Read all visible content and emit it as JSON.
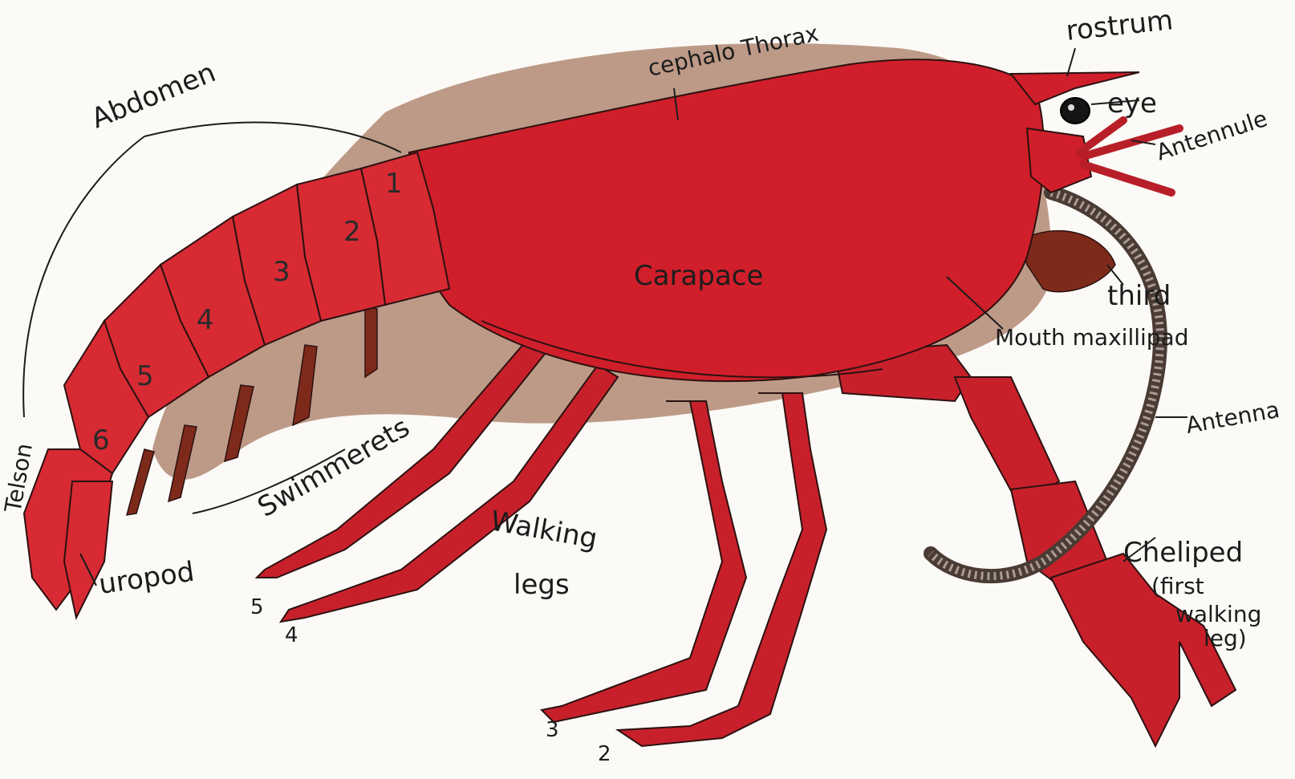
{
  "colors": {
    "paper": "#fbfaf7",
    "shadow": "#8a4a2c",
    "body_red": "#d01f2a",
    "leg_dark": "#7e2a1a",
    "ink": "#1c1c1c"
  },
  "labels": {
    "abdomen": "Abdomen",
    "cephalothorax": "cephalo Thorax",
    "rostrum": "rostrum",
    "eye": "eye",
    "antennule": "Antennule",
    "carapace": "Carapace",
    "third": "third",
    "mouth_maxillipad": "Mouth maxillipad",
    "antenna": "Antenna",
    "swimmerets": "Swimmerets",
    "walking_legs_1": "Walking",
    "walking_legs_2": "legs",
    "telson": "Telson",
    "uropod": "uropod",
    "cheliped_1": "Cheliped",
    "cheliped_2": "(first",
    "cheliped_3": "walking",
    "cheliped_4": "leg)"
  },
  "segments": [
    "1",
    "2",
    "3",
    "4",
    "5",
    "6"
  ],
  "leg_numbers": [
    "5",
    "4",
    "3",
    "2"
  ]
}
